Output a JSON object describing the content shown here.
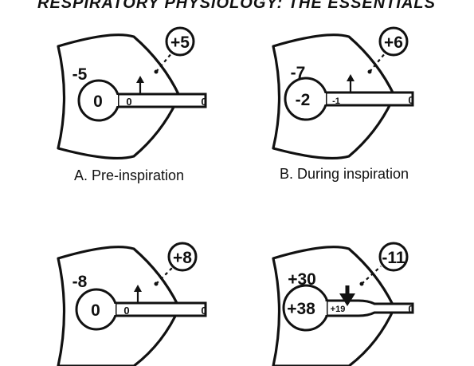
{
  "header": "RESPIRATORY PHYSIOLOGY: THE ESSENTIALS",
  "panels": [
    {
      "id": "A",
      "caption": "A. Pre-inspiration",
      "pleural": "-5",
      "alveolar": "0",
      "airway_mid": "0",
      "airway_end": "0",
      "transmural": "+5"
    },
    {
      "id": "B",
      "caption": "B. During inspiration",
      "pleural": "-7",
      "alveolar": "-2",
      "airway_mid": "-1",
      "airway_end": "0",
      "transmural": "+6"
    },
    {
      "id": "C",
      "caption": "",
      "pleural": "-8",
      "alveolar": "0",
      "airway_mid": "0",
      "airway_end": "0",
      "transmural": "+8"
    },
    {
      "id": "D",
      "caption": "",
      "pleural": "+30",
      "alveolar": "+38",
      "airway_mid": "+19",
      "airway_end": "0",
      "transmural": "-11"
    }
  ]
}
